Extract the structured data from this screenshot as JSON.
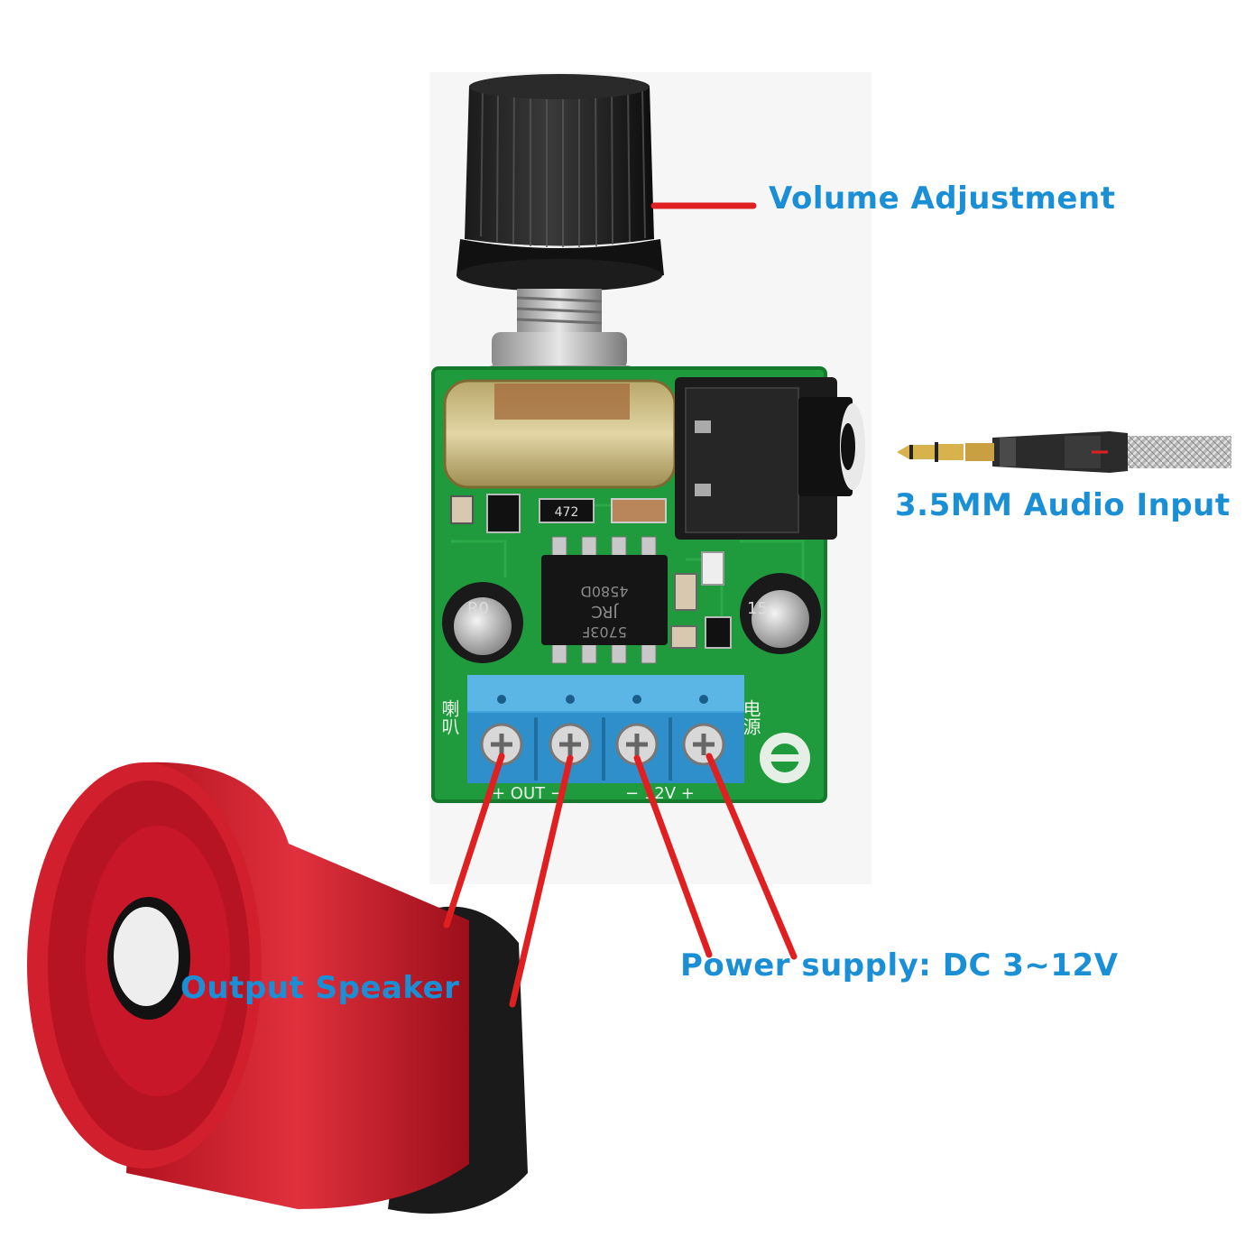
{
  "colors": {
    "label_blue": "#1a8fd6",
    "wire_red": "#e02020",
    "pcb_green": "#1f9a3c",
    "terminal_blue": "#3fa3dc",
    "speaker_red": "#d11f2e"
  },
  "labels": {
    "volume": "Volume Adjustment",
    "audio_input": "3.5MM Audio Input",
    "power_supply": "Power supply: DC 3~12V",
    "output_speaker": "Output Speaker"
  },
  "pcb": {
    "chip_lines": [
      "JRC",
      "5703F",
      "4580D"
    ],
    "silk_out": "+ OUT −",
    "silk_12v": "− 12V +",
    "silk_speaker_cn": "喇叭",
    "silk_power_cn": "电源",
    "resistor_code": "472",
    "capacitor_left": "R0",
    "capacitor_right": "15"
  },
  "icons": {
    "knob": "volume-knob-icon",
    "jack": "audio-jack-icon",
    "plug": "audio-plug-icon",
    "speaker": "horn-speaker-icon"
  }
}
